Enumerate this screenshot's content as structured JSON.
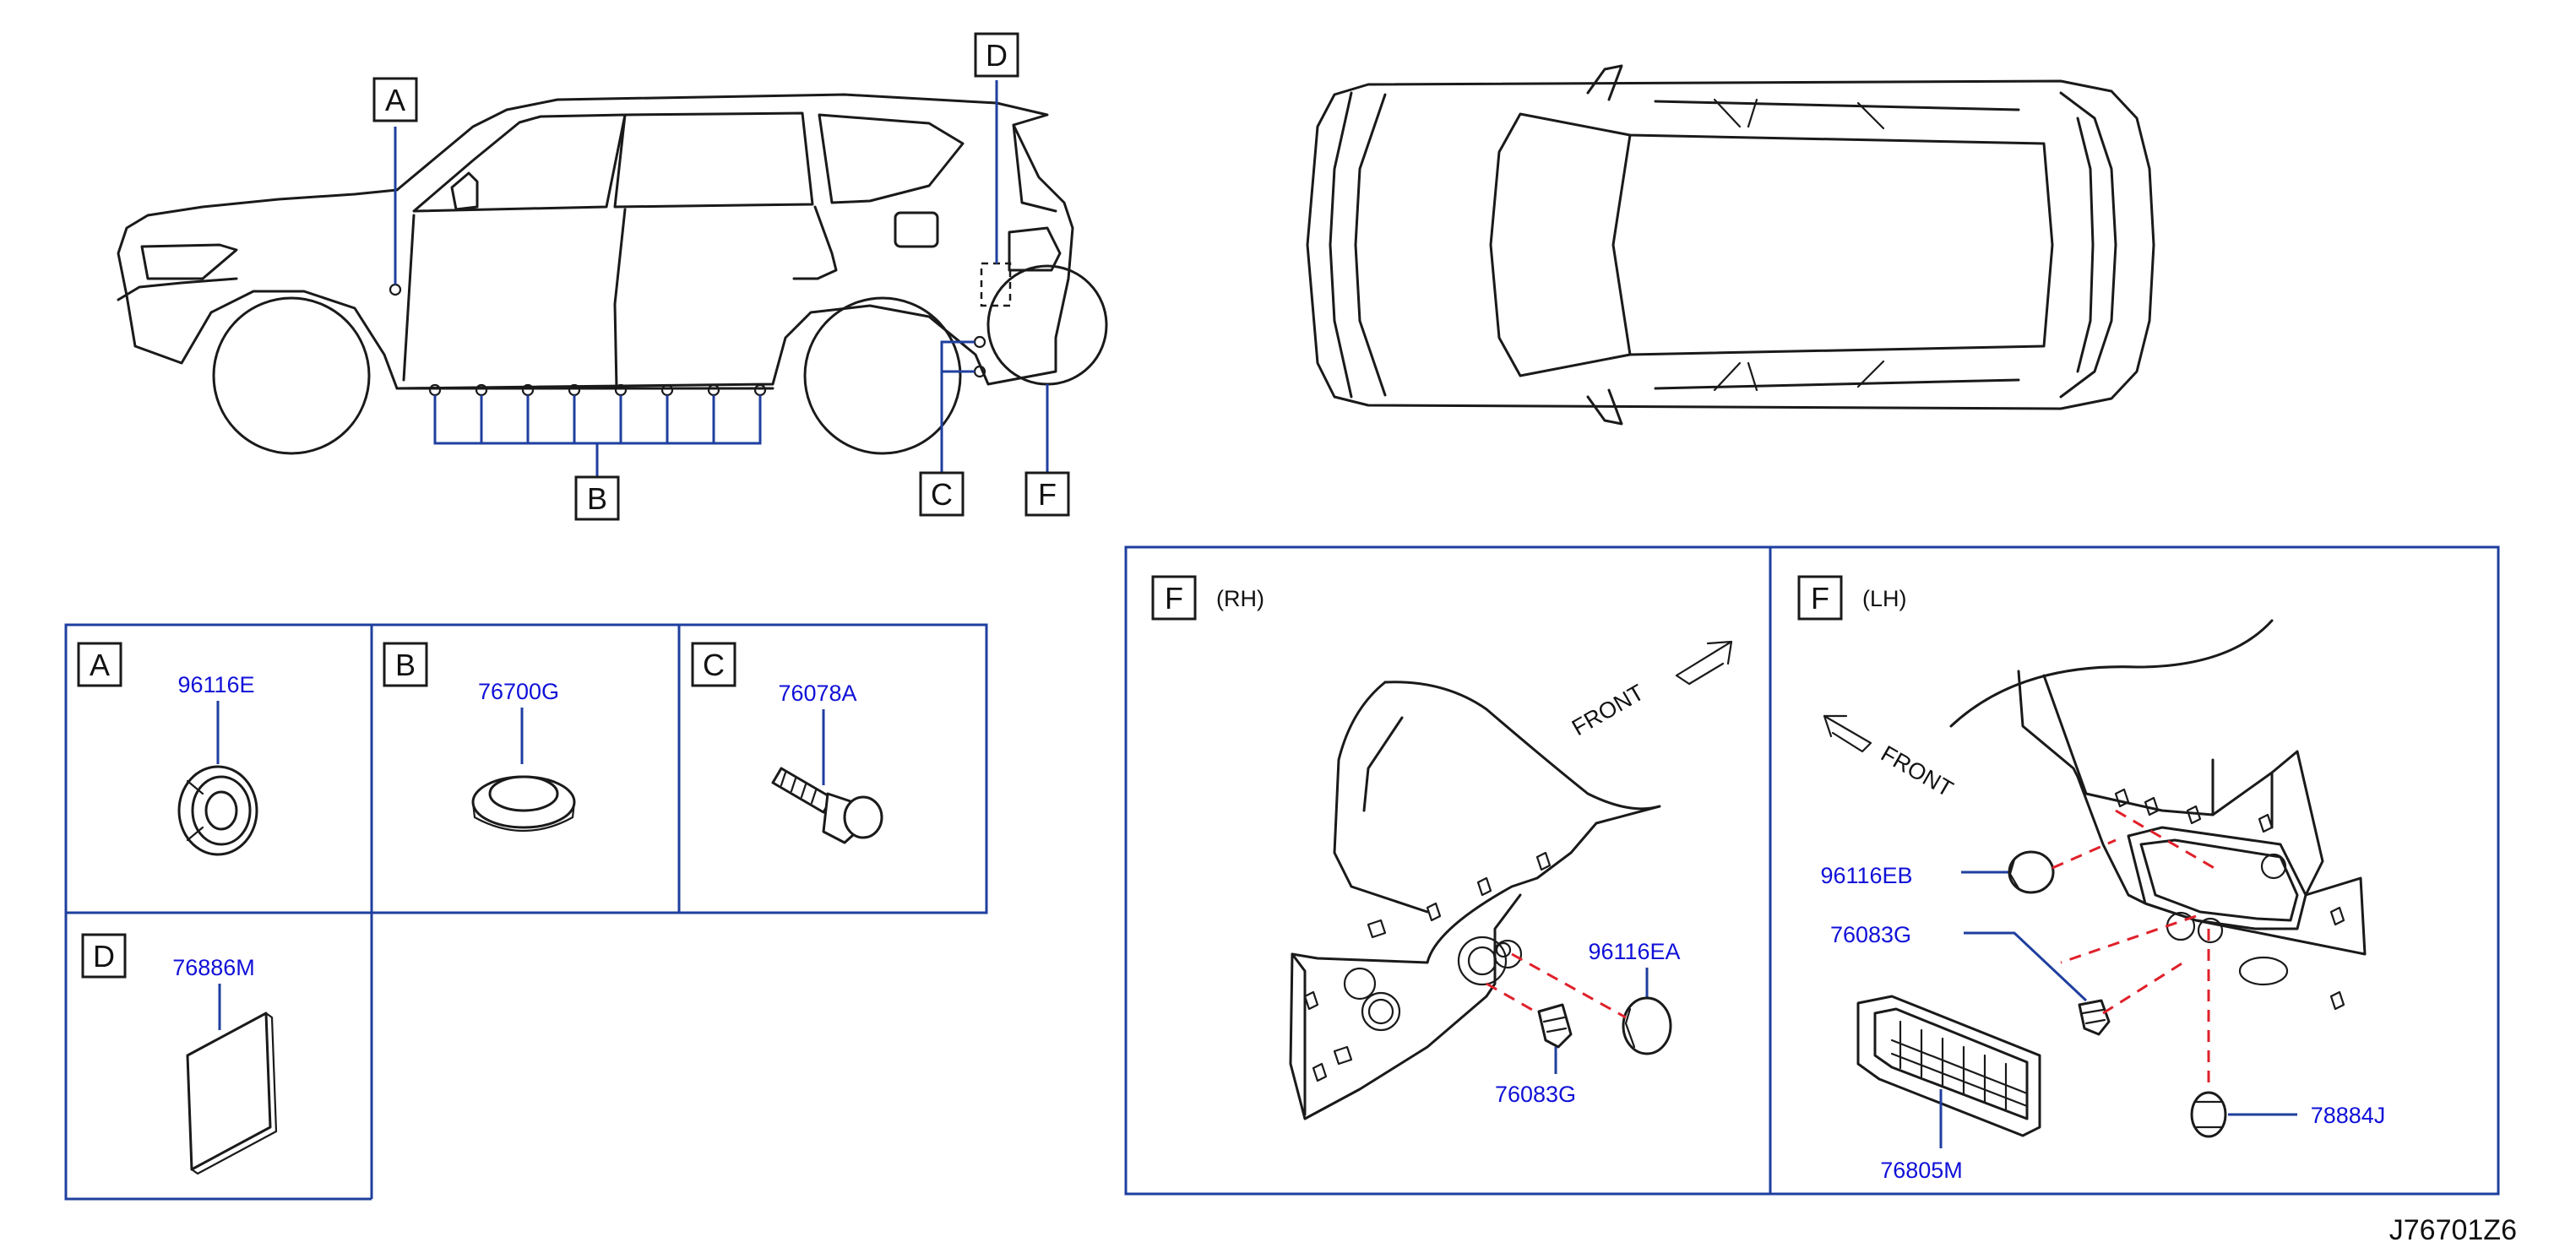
{
  "callouts": {
    "a": "A",
    "b": "B",
    "c": "C",
    "d": "D",
    "f": "F"
  },
  "panels": {
    "a": {
      "letter": "A",
      "part": "96116E"
    },
    "b": {
      "letter": "B",
      "part": "76700G"
    },
    "c": {
      "letter": "C",
      "part": "76078A"
    },
    "d": {
      "letter": "D",
      "part": "76886M"
    },
    "f_rh": {
      "letter": "F",
      "side": "(RH)",
      "front": "FRONT",
      "parts": [
        "96116EA",
        "76083G"
      ]
    },
    "f_lh": {
      "letter": "F",
      "side": "(LH)",
      "front": "FRONT",
      "parts": [
        "96116EB",
        "76083G",
        "78884J",
        "76805M"
      ]
    }
  },
  "diagram_ref": "J76701Z6",
  "colors": {
    "leader": "#1f3f9f",
    "part_number": "#1010d8",
    "dash": "#e0202a"
  }
}
